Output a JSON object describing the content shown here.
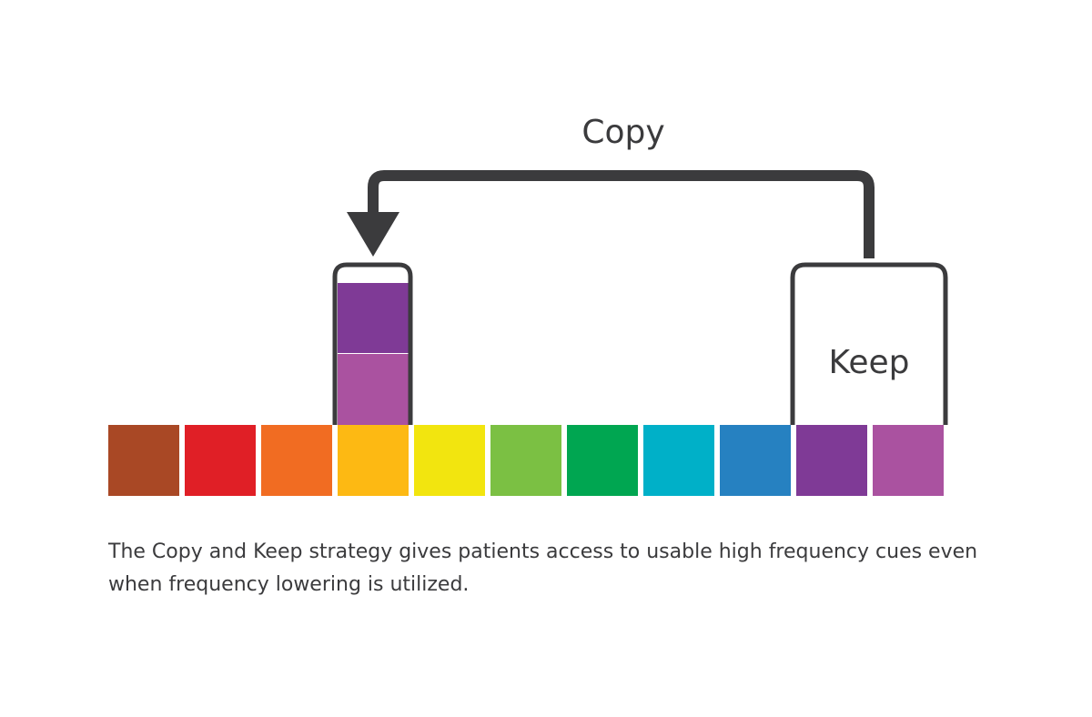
{
  "diagram": {
    "copy_label": "Copy",
    "keep_label": "Keep",
    "outline_color": "#3b3b3d",
    "bands": [
      {
        "color": "#a94825"
      },
      {
        "color": "#e01f26"
      },
      {
        "color": "#f16c22"
      },
      {
        "color": "#fdb913"
      },
      {
        "color": "#f2e50f"
      },
      {
        "color": "#7bc043"
      },
      {
        "color": "#00a651"
      },
      {
        "color": "#00b0c8"
      },
      {
        "color": "#2681c1"
      },
      {
        "color": "#7f3a96"
      },
      {
        "color": "#aa52a0"
      }
    ],
    "copied_bands": [
      {
        "color": "#7f3a96"
      },
      {
        "color": "#aa52a0"
      }
    ]
  },
  "caption": {
    "line1": "The Copy and Keep strategy gives patients access to usable high frequency cues even",
    "line2": "when frequency lowering is utilized."
  }
}
